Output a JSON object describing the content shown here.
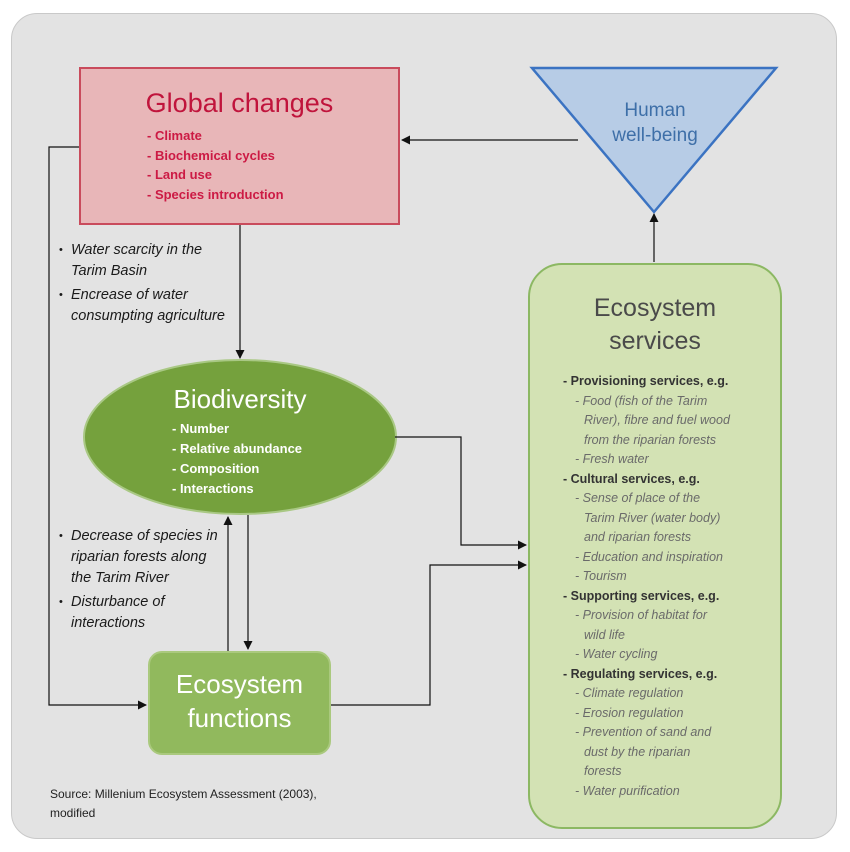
{
  "global_changes": {
    "title": "Global changes",
    "items": [
      "- Climate",
      "- Biochemical  cycles",
      "- Land use",
      "- Species introduction"
    ]
  },
  "human_wellbeing": {
    "title_line1": "Human",
    "title_line2": "well-being"
  },
  "notes_top": [
    "Water scarcity in the Tarim Basin",
    "Encrease of water consumpting agriculture"
  ],
  "notes_bottom": [
    "Decrease of species in riparian forests along the Tarim River",
    "Disturbance of interactions"
  ],
  "biodiversity": {
    "title": "Biodiversity",
    "items": [
      "- Number",
      "- Relative abundance",
      "- Composition",
      "- Interactions"
    ]
  },
  "ecosystem_functions": {
    "title_line1": "Ecosystem",
    "title_line2": "functions"
  },
  "ecosystem_services": {
    "title_line1": "Ecosystem",
    "title_line2": "services",
    "groups": [
      {
        "heading": "- Provisioning  services, e.g.",
        "items": [
          "- Food (fish of the Tarim",
          "River), fibre and fuel wood",
          "from the riparian forests",
          "- Fresh water"
        ]
      },
      {
        "heading": "- Cultural services, e.g.",
        "items": [
          "- Sense of place of the",
          "Tarim River (water body)",
          "and riparian forests",
          "- Education and inspiration",
          "- Tourism"
        ]
      },
      {
        "heading": "- Supporting services, e.g.",
        "items": [
          "- Provision of habitat for",
          "wild life",
          "- Water cycling"
        ]
      },
      {
        "heading": "- Regulating services, e.g.",
        "items": [
          "- Climate regulation",
          "- Erosion regulation",
          "- Prevention of sand and",
          "dust by the riparian",
          "forests",
          "- Water purification"
        ]
      }
    ]
  },
  "source": {
    "line1": "Source: Millenium Ecosystem  Assessment (2003),",
    "line2": "modified"
  },
  "colors": {
    "global_changes_fill": "#e8b6b8",
    "global_changes_border": "#c94b5c",
    "global_changes_text": "#c0143c",
    "human_fill": "#b7cce6",
    "human_border": "#3b73c2",
    "biodiversity_fill": "#75a13d",
    "functions_fill": "#91b95d",
    "services_fill": "#d3e2b4",
    "services_border": "#8cb863"
  }
}
